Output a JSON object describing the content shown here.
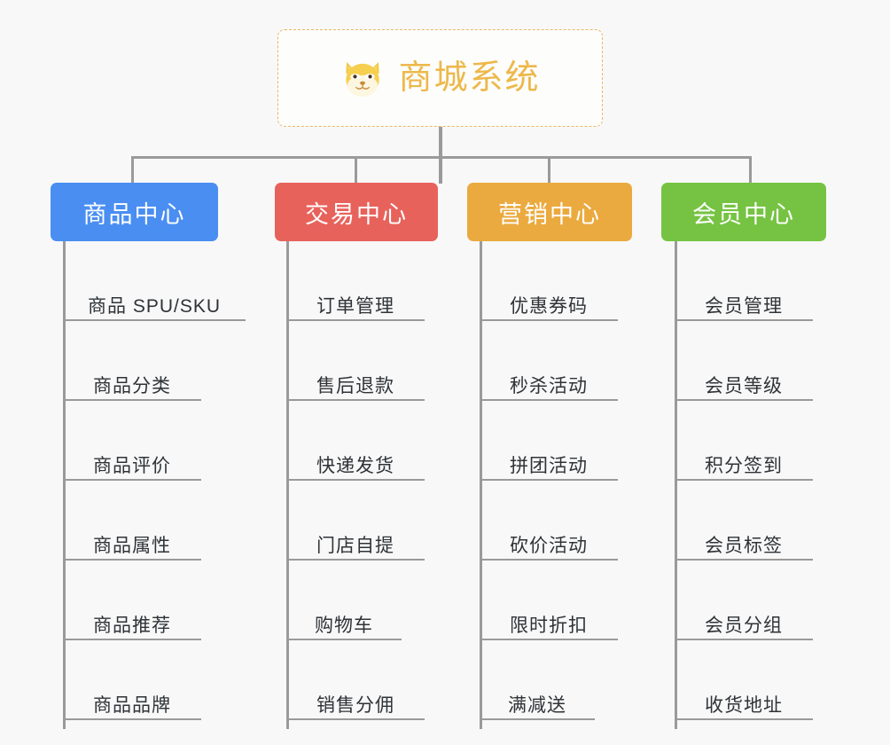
{
  "diagram": {
    "title": "商城系统",
    "root": {
      "label": "商城系统",
      "icon": "shiba-dog-icon",
      "border_color": "#e8b860",
      "text_color": "#edb84a",
      "background": "#fdfdfc"
    },
    "background_color": "#f8f8f8",
    "connector_color": "#9a9a9a",
    "leaf_text_color": "#2f3337",
    "branches": [
      {
        "label": "商品中心",
        "color": "#4a8ef2",
        "items": [
          "商品 SPU/SKU",
          "商品分类",
          "商品评价",
          "商品属性",
          "商品推荐",
          "商品品牌"
        ]
      },
      {
        "label": "交易中心",
        "color": "#e8625c",
        "items": [
          "订单管理",
          "售后退款",
          "快递发货",
          "门店自提",
          "购物车",
          "销售分佣"
        ]
      },
      {
        "label": "营销中心",
        "color": "#ebaa3f",
        "items": [
          "优惠券码",
          "秒杀活动",
          "拼团活动",
          "砍价活动",
          "限时折扣",
          "满减送"
        ]
      },
      {
        "label": "会员中心",
        "color": "#76c343",
        "items": [
          "会员管理",
          "会员等级",
          "积分签到",
          "会员标签",
          "会员分组",
          "收货地址"
        ]
      }
    ]
  }
}
